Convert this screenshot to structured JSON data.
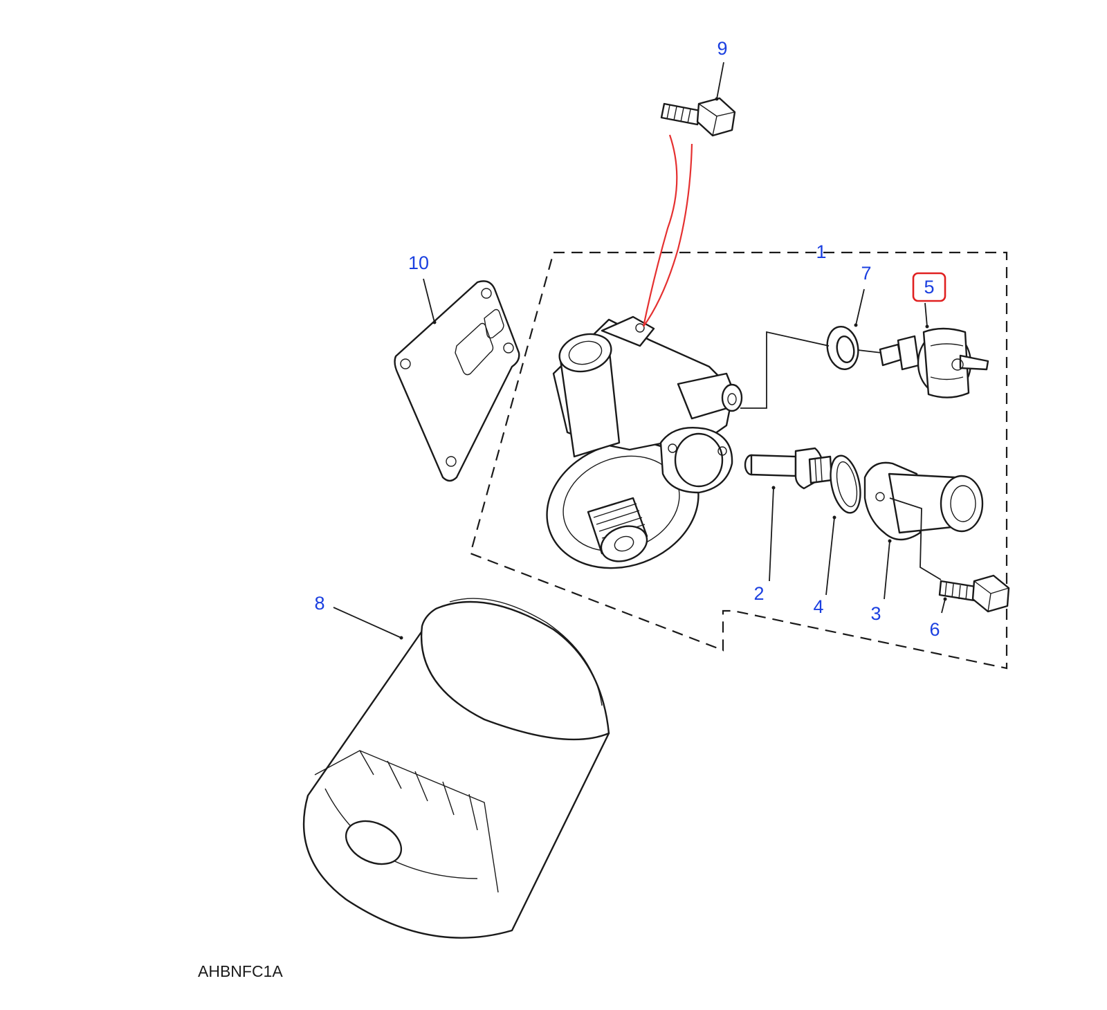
{
  "diagram": {
    "figure_code": "AHBNFC1A",
    "highlighted_callout": "5",
    "colors": {
      "callout_text": "#1a3fe0",
      "highlight_box": "#e02020",
      "pointer_lines": "#e53030",
      "line_art": "#1a1a1a"
    },
    "callouts": [
      {
        "id": "1",
        "label": "1"
      },
      {
        "id": "2",
        "label": "2"
      },
      {
        "id": "3",
        "label": "3"
      },
      {
        "id": "4",
        "label": "4"
      },
      {
        "id": "5",
        "label": "5"
      },
      {
        "id": "6",
        "label": "6"
      },
      {
        "id": "7",
        "label": "7"
      },
      {
        "id": "8",
        "label": "8"
      },
      {
        "id": "9",
        "label": "9"
      },
      {
        "id": "10",
        "label": "10"
      }
    ]
  }
}
